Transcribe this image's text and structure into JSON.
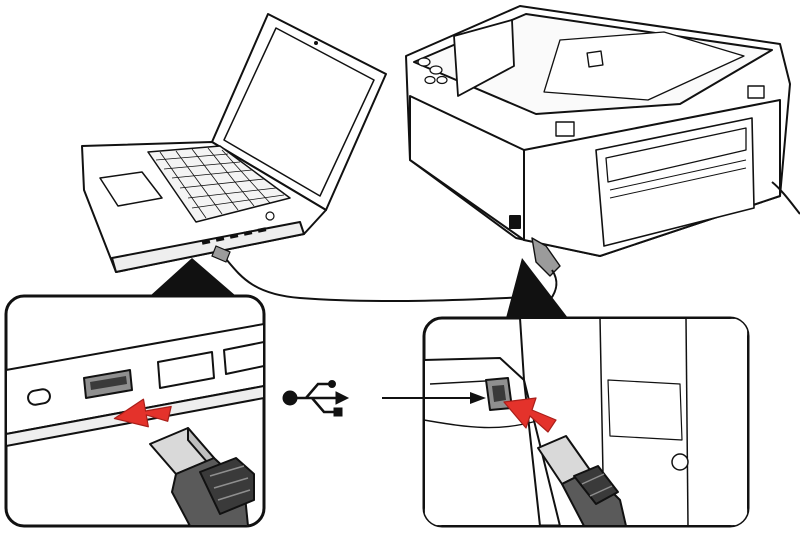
{
  "figure": {
    "line_color": "#111111",
    "fill_white": "#ffffff",
    "fill_light_gray": "#d9d9d9",
    "fill_mid_gray": "#8f8f8f",
    "fill_dark_gray": "#3a3a3a",
    "arrow_red": "#e4322b",
    "arrow_red_dark": "#a91f1a"
  },
  "parts": {
    "laptop": {
      "icon": "laptop"
    },
    "printer": {
      "icon": "printer"
    },
    "usb_cable": {
      "icon": "usb-cable"
    },
    "usb_symbol": {
      "icon": "usb-symbol"
    },
    "computer_usb_port": {
      "icon": "usb-a-port"
    },
    "printer_usb_port": {
      "icon": "usb-b-port"
    },
    "usb_a_plug": {
      "icon": "usb-a-plug"
    },
    "usb_b_plug": {
      "icon": "usb-b-plug"
    },
    "insert_arrows": {
      "icon": "arrow-right",
      "count": 2
    }
  }
}
